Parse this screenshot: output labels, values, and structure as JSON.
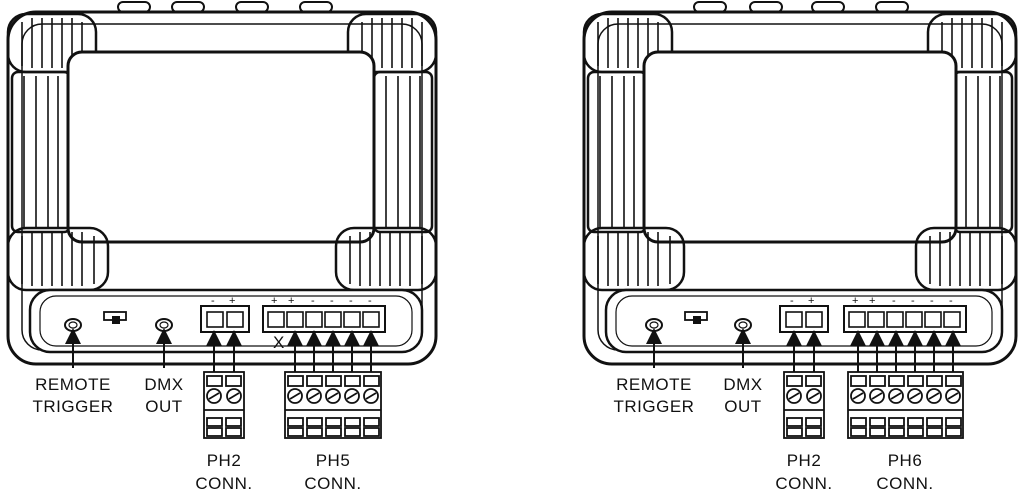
{
  "devices": [
    {
      "id": "left",
      "labels": {
        "remote_trigger": [
          "REMOTE",
          "TRIGGER"
        ],
        "dmx_out": [
          "DMX",
          "OUT"
        ],
        "conn_a": [
          "PH2",
          "CONN."
        ],
        "conn_b": [
          "PH5",
          "CONN."
        ],
        "x_mark": "X"
      },
      "pins_a": [
        "-",
        "+"
      ],
      "pins_b": [
        "+",
        "+",
        "-",
        "-",
        "-",
        "-"
      ],
      "conn_b_pins": 6,
      "conn_b_plug_pins": 5
    },
    {
      "id": "right",
      "labels": {
        "remote_trigger": [
          "REMOTE",
          "TRIGGER"
        ],
        "dmx_out": [
          "DMX",
          "OUT"
        ],
        "conn_a": [
          "PH2",
          "CONN."
        ],
        "conn_b": [
          "PH6",
          "CONN."
        ],
        "x_mark": ""
      },
      "pins_a": [
        "-",
        "+"
      ],
      "pins_b": [
        "+",
        "+",
        "-",
        "-",
        "-",
        "-"
      ],
      "conn_b_pins": 6,
      "conn_b_plug_pins": 6
    }
  ]
}
